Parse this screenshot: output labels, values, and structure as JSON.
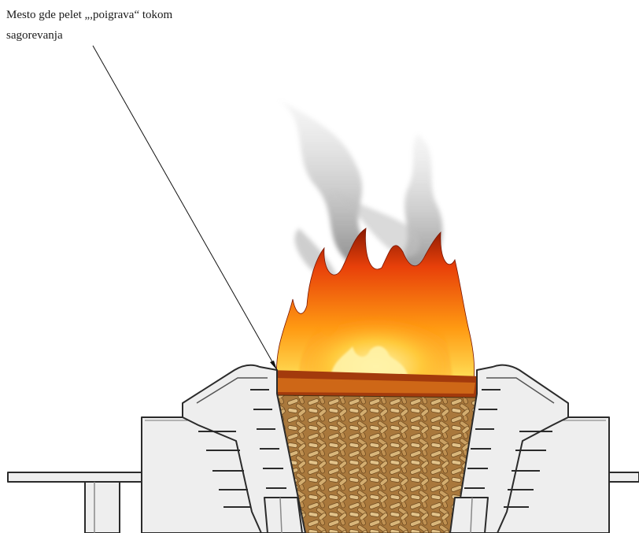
{
  "annotation": {
    "line1": "Mesto gde pelet „,poigrava“ tokom",
    "line2": "sagorevanja"
  },
  "colors": {
    "background": "#ffffff",
    "housing_fill": "#eeeeee",
    "housing_stroke": "#2b2b2b",
    "pellet_base": "#b98a4a",
    "flame_outer": "#e23a05",
    "flame_core": "#ffd84a",
    "smoke": "#9a9a9a",
    "leader_line": "#111111"
  },
  "icons": [
    "pellet-burner-housing",
    "flame",
    "smoke",
    "wood-pellets"
  ]
}
